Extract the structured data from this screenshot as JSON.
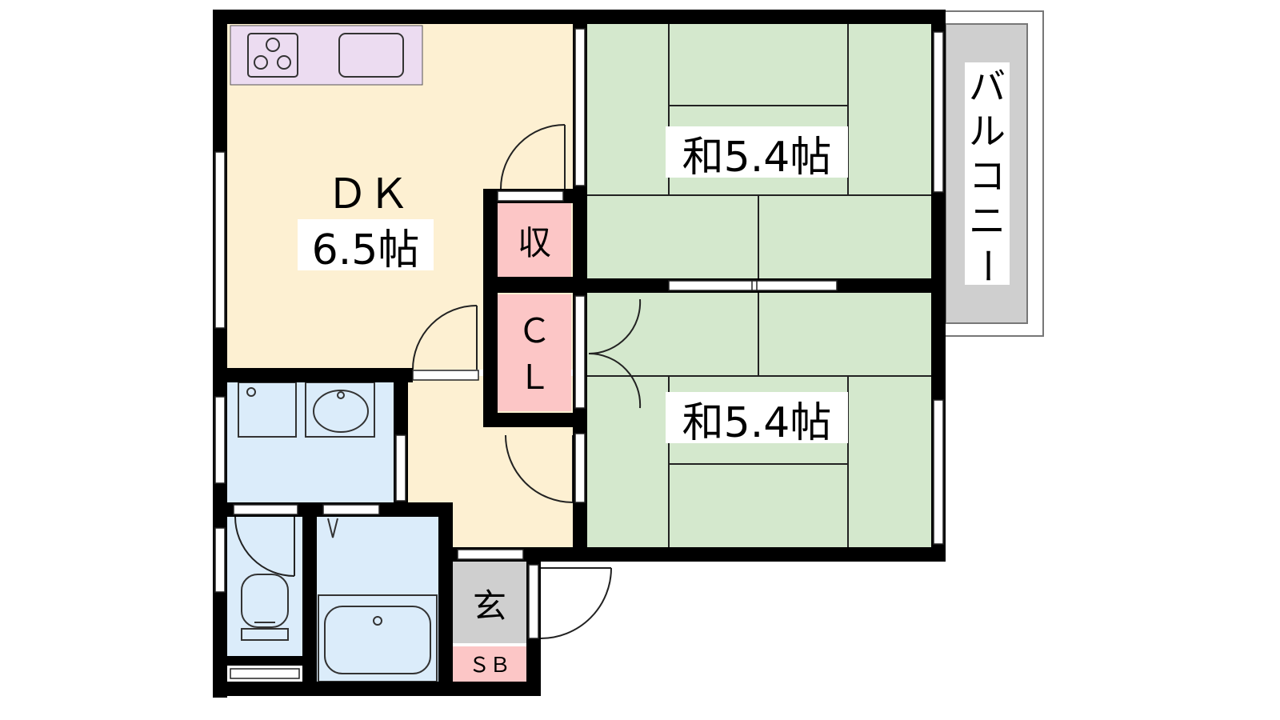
{
  "rooms": {
    "dk": {
      "name": "ＤＫ",
      "size": "6.5帖"
    },
    "washitsu_top": {
      "label": "和5.4帖"
    },
    "washitsu_bottom": {
      "label": "和5.4帖"
    },
    "storage": {
      "label": "収"
    },
    "closet": {
      "line1": "Ｃ",
      "line2": "Ｌ"
    },
    "entrance": {
      "label": "玄"
    },
    "shoe_box": {
      "label": "ＳＢ"
    },
    "balcony": {
      "chars": [
        "バ",
        "ル",
        "コ",
        "ニ",
        "ー"
      ]
    }
  },
  "colors": {
    "wall": "#000000",
    "dk_floor": "#fdf0d2",
    "tatami": "#d4e8cd",
    "wet_area": "#dbecfa",
    "kitchen_counter": "#ecdcf1",
    "storage_pink": "#fcc6c6",
    "balcony_gray": "#cfcfcf",
    "entrance_gray": "#cfcfcf"
  }
}
